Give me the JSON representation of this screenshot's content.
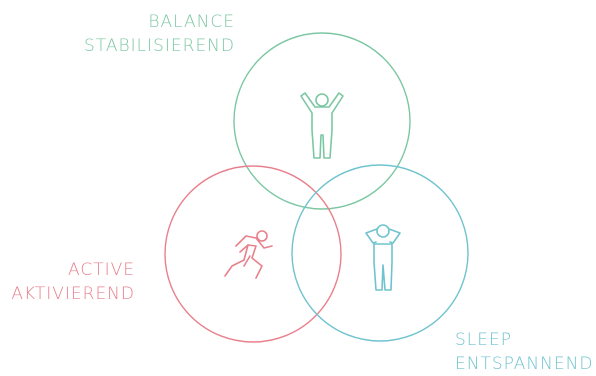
{
  "balance": {
    "title": "BALANCE",
    "subtitle": "STABILISIEREND",
    "color": "#7cc7a3",
    "icon": "standing-arms-raised-person-icon"
  },
  "active": {
    "title": "ACTIVE",
    "subtitle": "AKTIVIEREND",
    "color": "#e8808c",
    "icon": "running-person-icon"
  },
  "sleep": {
    "title": "SLEEP",
    "subtitle": "ENTSPANNEND",
    "color": "#6fc3cf",
    "icon": "relaxed-person-hands-behind-head-icon"
  }
}
